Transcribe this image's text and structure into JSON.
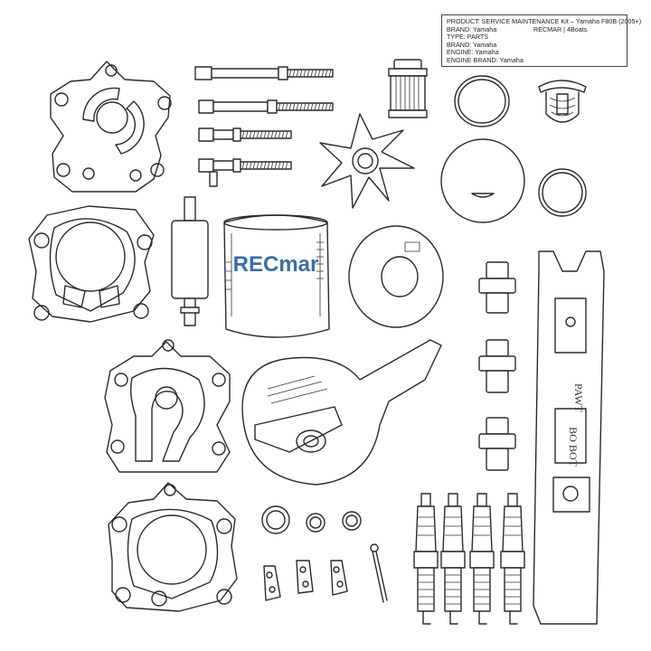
{
  "info": {
    "product": "PRODUCT: SERVICE MAINTENANCE Kit – Yamaha F80B (2005+)",
    "brand": "BRAND: Yamaha",
    "brand_right": "RECMAR | 4Boats",
    "type": "TYPE: PARTS",
    "brand2": "BRAND: Yamaha",
    "engine": "ENGINE: Yamaha",
    "engine_brand": "ENGINE BRAND: Yamaha"
  },
  "filter_logo": "RECmar",
  "colors": {
    "logo": "#3b6ea5",
    "line": "#2a2a2a"
  },
  "anode_text": {
    "top": "PAWT",
    "bottom": "BO BOT"
  }
}
